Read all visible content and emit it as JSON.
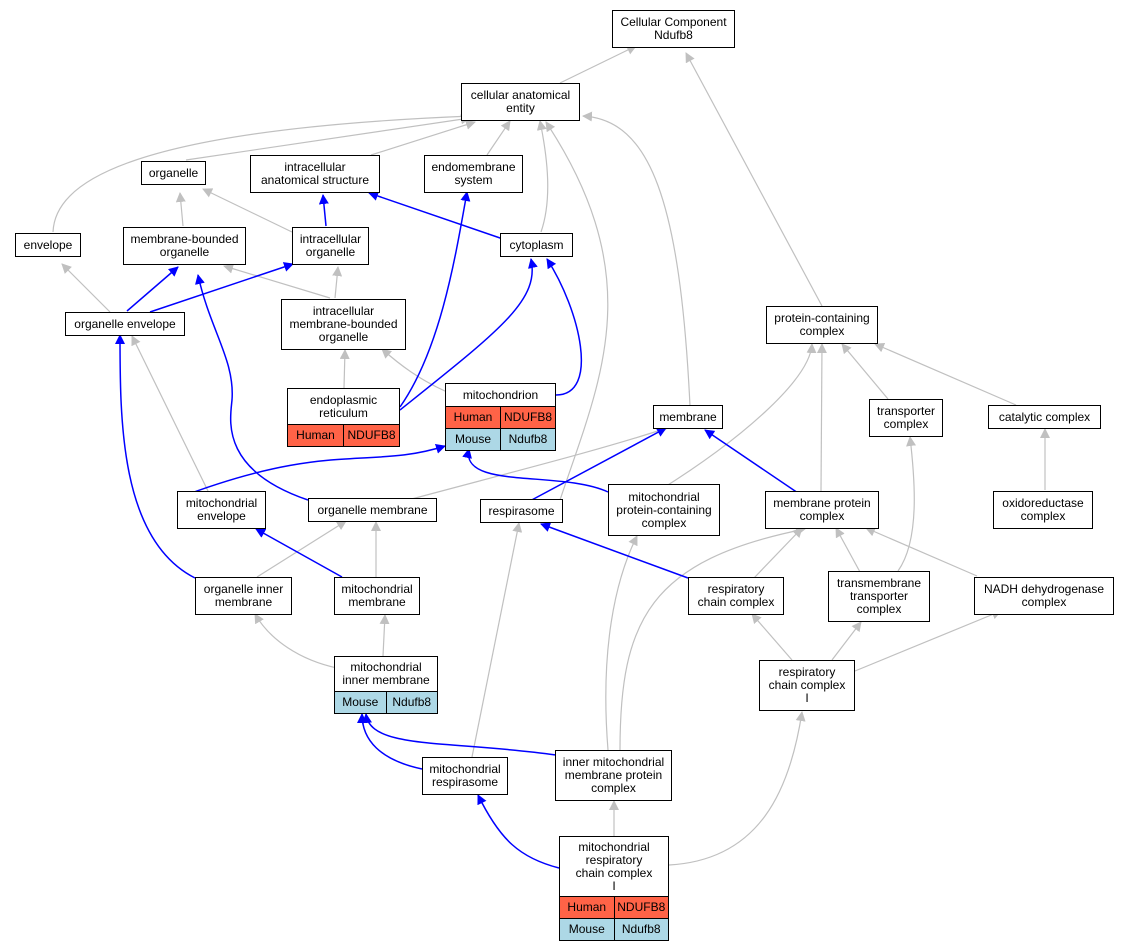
{
  "colors": {
    "isa_edge": "#c0c0c0",
    "partof_edge": "#0000ff",
    "human_row": "#ff6347",
    "mouse_row": "#add8e6"
  },
  "nodes": {
    "cellular_component": "Cellular Component\nNdufb8",
    "cellular_anatomical_entity": "cellular anatomical\nentity",
    "organelle": "organelle",
    "intracellular_anatomical_structure": "intracellular\nanatomical structure",
    "endomembrane_system": "endomembrane\nsystem",
    "envelope": "envelope",
    "membrane_bounded_organelle": "membrane-bounded\norganelle",
    "intracellular_organelle": "intracellular\norganelle",
    "cytoplasm": "cytoplasm",
    "organelle_envelope": "organelle envelope",
    "intracellular_membrane_bounded_organelle": "intracellular\nmembrane-bounded\norganelle",
    "protein_containing_complex": "protein-containing\ncomplex",
    "membrane": "membrane",
    "transporter_complex": "transporter\ncomplex",
    "catalytic_complex": "catalytic complex",
    "mitochondrial_envelope": "mitochondrial\nenvelope",
    "organelle_membrane": "organelle membrane",
    "respirasome": "respirasome",
    "mitochondrial_protein_containing_complex": "mitochondrial\nprotein-containing\ncomplex",
    "membrane_protein_complex": "membrane protein\ncomplex",
    "oxidoreductase_complex": "oxidoreductase\ncomplex",
    "organelle_inner_membrane": "organelle inner\nmembrane",
    "mitochondrial_membrane": "mitochondrial\nmembrane",
    "respiratory_chain_complex": "respiratory\nchain complex",
    "transmembrane_transporter_complex": "transmembrane\ntransporter\ncomplex",
    "nadh_dehydrogenase_complex": "NADH dehydrogenase\ncomplex",
    "respiratory_chain_complex_i": "respiratory\nchain complex\nI",
    "mitochondrial_respirasome": "mitochondrial\nrespirasome",
    "inner_mitochondrial_membrane_protein_complex": "inner mitochondrial\nmembrane protein\ncomplex"
  },
  "annotated_nodes": {
    "endoplasmic_reticulum": {
      "title": "endoplasmic\nreticulum",
      "rows": [
        {
          "species": "Human",
          "gene": "NDUFB8"
        }
      ]
    },
    "mitochondrion": {
      "title": "mitochondrion",
      "rows": [
        {
          "species": "Human",
          "gene": "NDUFB8"
        },
        {
          "species": "Mouse",
          "gene": "Ndufb8"
        }
      ]
    },
    "mitochondrial_inner_membrane": {
      "title": "mitochondrial\ninner membrane",
      "rows": [
        {
          "species": "Mouse",
          "gene": "Ndufb8"
        }
      ]
    },
    "mitochondrial_respiratory_chain_complex_i": {
      "title": "mitochondrial\nrespiratory\nchain complex\nI",
      "rows": [
        {
          "species": "Human",
          "gene": "NDUFB8"
        },
        {
          "species": "Mouse",
          "gene": "Ndufb8"
        }
      ]
    }
  }
}
